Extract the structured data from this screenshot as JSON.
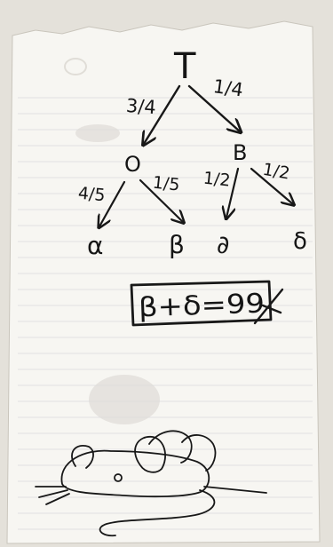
{
  "tree": {
    "root": {
      "label": "T"
    },
    "left_child": {
      "label": "O"
    },
    "right_child": {
      "label": "B"
    },
    "leaves": [
      "α",
      "β",
      "∂",
      "δ"
    ],
    "edge_labels": {
      "t_to_o": "3/4",
      "t_to_b": "1/4",
      "o_to_alpha": "4/5",
      "o_to_beta": "1/5",
      "b_to_partial": "1/2",
      "b_to_delta": "1/2"
    }
  },
  "boxed_equation": "β+δ=99",
  "doodle": "mouse-drawing"
}
